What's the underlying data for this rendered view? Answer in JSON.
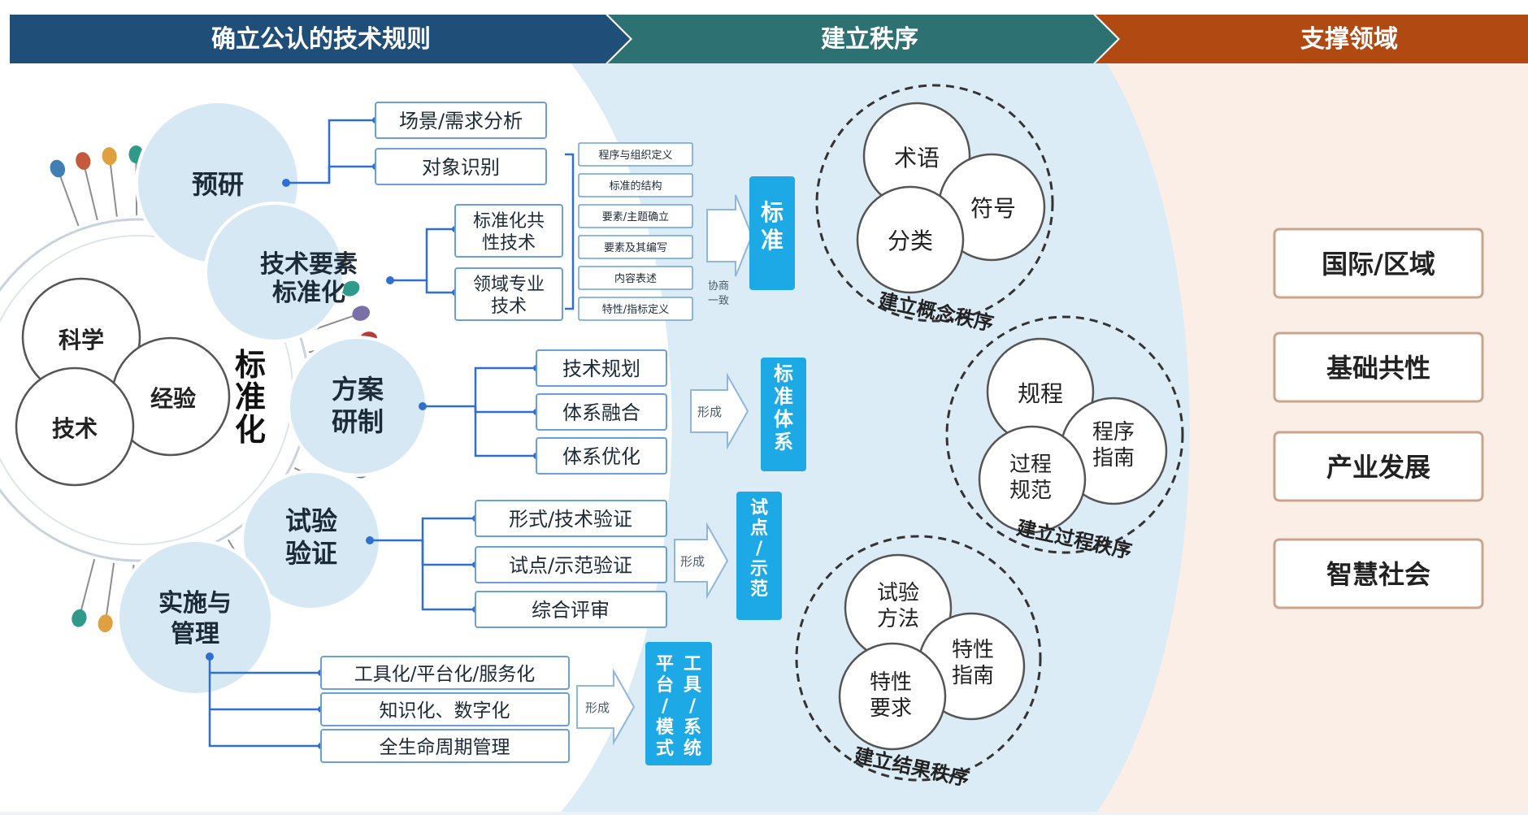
{
  "colors": {
    "header_left": "#1f4e79",
    "header_mid": "#2e7172",
    "header_right": "#b04a12",
    "center_bg": "#dcecf7",
    "right_bg": "#fbeee6",
    "circle_fill": "#d6e8f3",
    "badge": "#1ca9e6",
    "connector": "#2f6fd0",
    "box_border": "#6aa0d8"
  },
  "headers": {
    "left": "确立公认的技术规则",
    "middle": "建立秩序",
    "right": "支撑领域"
  },
  "core": {
    "center_label": [
      "标",
      "准",
      "化"
    ],
    "inner_circles": [
      "科学",
      "经验",
      "技术"
    ]
  },
  "stages": {
    "yanjiu": "预研",
    "jishu_yaosu": [
      "技术要素",
      "标准化"
    ],
    "fangan": [
      "方案",
      "研制"
    ],
    "shiyan": [
      "试验",
      "验证"
    ],
    "shishi": [
      "实施与",
      "管理"
    ]
  },
  "preresearch_items": [
    "场景/需求分析",
    "对象识别"
  ],
  "tech_element_items": {
    "common": [
      "标准化共",
      "性技术"
    ],
    "domain": [
      "领域专业",
      "技术"
    ]
  },
  "small_items": [
    "程序与组织定义",
    "标准的结构",
    "要素/主题确立",
    "要素及其编写",
    "内容表述",
    "特性/指标定义"
  ],
  "small_notes": {
    "form_vertical": [
      "形",
      "成"
    ],
    "coordinate": [
      "协商",
      "一致"
    ]
  },
  "scheme_items": [
    "技术规划",
    "体系融合",
    "体系优化"
  ],
  "verify_items": [
    "形式/技术验证",
    "试点/示范验证",
    "综合评审"
  ],
  "impl_items": [
    "工具化/平台化/服务化",
    "知识化、数字化",
    "全生命周期管理"
  ],
  "form_label": "形成",
  "outputs": {
    "biaozhun": "标准",
    "tixi": "标准体系",
    "shidian": "试点/示范",
    "gongju": [
      "工具/系统",
      "平台/模式"
    ]
  },
  "orders": {
    "concept": {
      "items": [
        "术语",
        "符号",
        "分类"
      ],
      "label": "建立概念秩序"
    },
    "process": {
      "items": [
        "规程",
        [
          "程序",
          "指南"
        ],
        [
          "过程",
          "规范"
        ]
      ],
      "label": "建立过程秩序"
    },
    "result": {
      "items": [
        [
          "试验",
          "方法"
        ],
        [
          "特性",
          "指南"
        ],
        [
          "特性",
          "要求"
        ]
      ],
      "label": "建立结果秩序"
    }
  },
  "domains": [
    "国际/区域",
    "基础共性",
    "产业发展",
    "智慧社会"
  ]
}
